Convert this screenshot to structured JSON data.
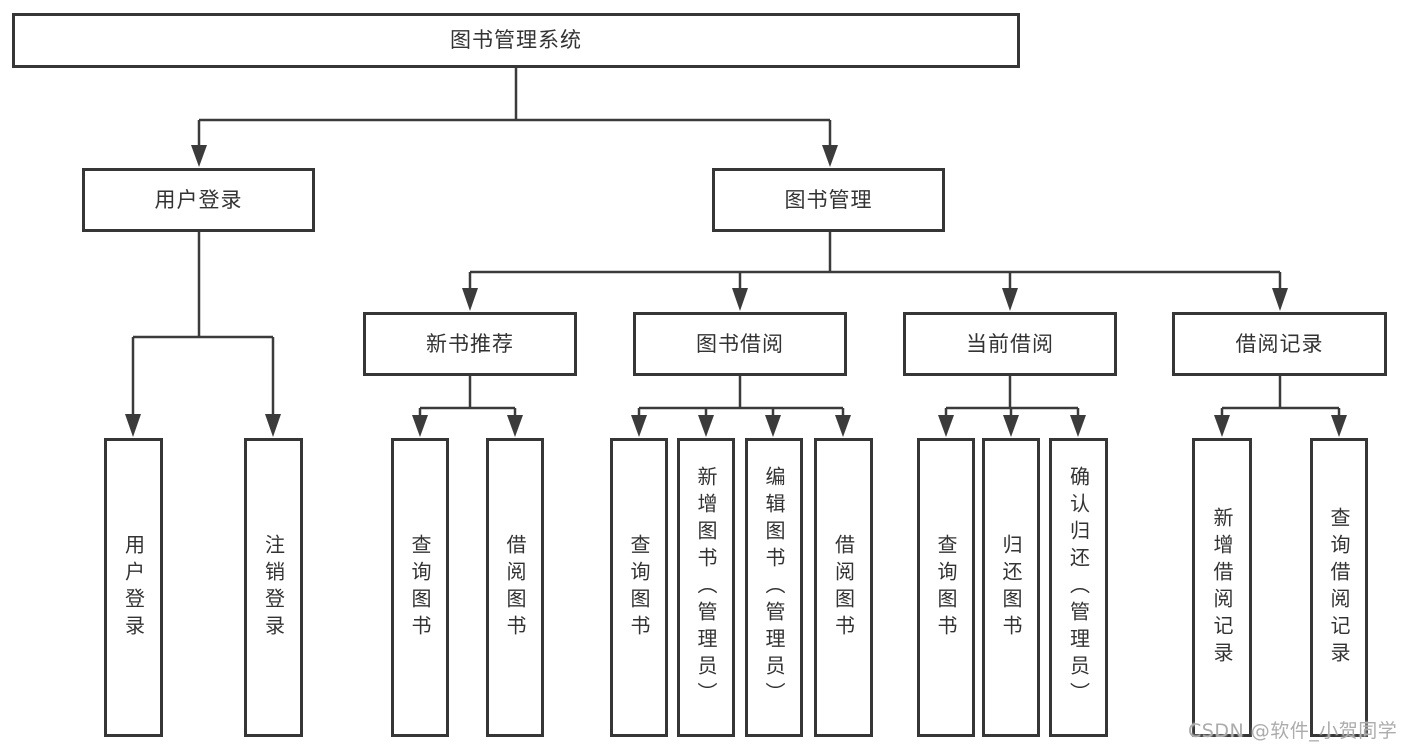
{
  "colors": {
    "line": "#3b3b3b",
    "box_border": "#363636",
    "text": "#333333",
    "background": "#ffffff",
    "watermark": "#acacac"
  },
  "watermark": {
    "text": "CSDN @软件_小贺同学"
  },
  "tree": {
    "label": "图书管理系统",
    "children": [
      {
        "label": "用户登录",
        "children": [
          {
            "label": "用户登录"
          },
          {
            "label": "注销登录"
          }
        ]
      },
      {
        "label": "图书管理",
        "children": [
          {
            "label": "新书推荐",
            "children": [
              {
                "label": "查询图书"
              },
              {
                "label": "借阅图书"
              }
            ]
          },
          {
            "label": "图书借阅",
            "children": [
              {
                "label": "查询图书"
              },
              {
                "label": "新增图书（管理员）"
              },
              {
                "label": "编辑图书（管理员）"
              },
              {
                "label": "借阅图书"
              }
            ]
          },
          {
            "label": "当前借阅",
            "children": [
              {
                "label": "查询图书"
              },
              {
                "label": "归还图书"
              },
              {
                "label": "确认归还（管理员）"
              }
            ]
          },
          {
            "label": "借阅记录",
            "children": [
              {
                "label": "新增借阅记录"
              },
              {
                "label": "查询借阅记录"
              }
            ]
          }
        ]
      }
    ]
  }
}
